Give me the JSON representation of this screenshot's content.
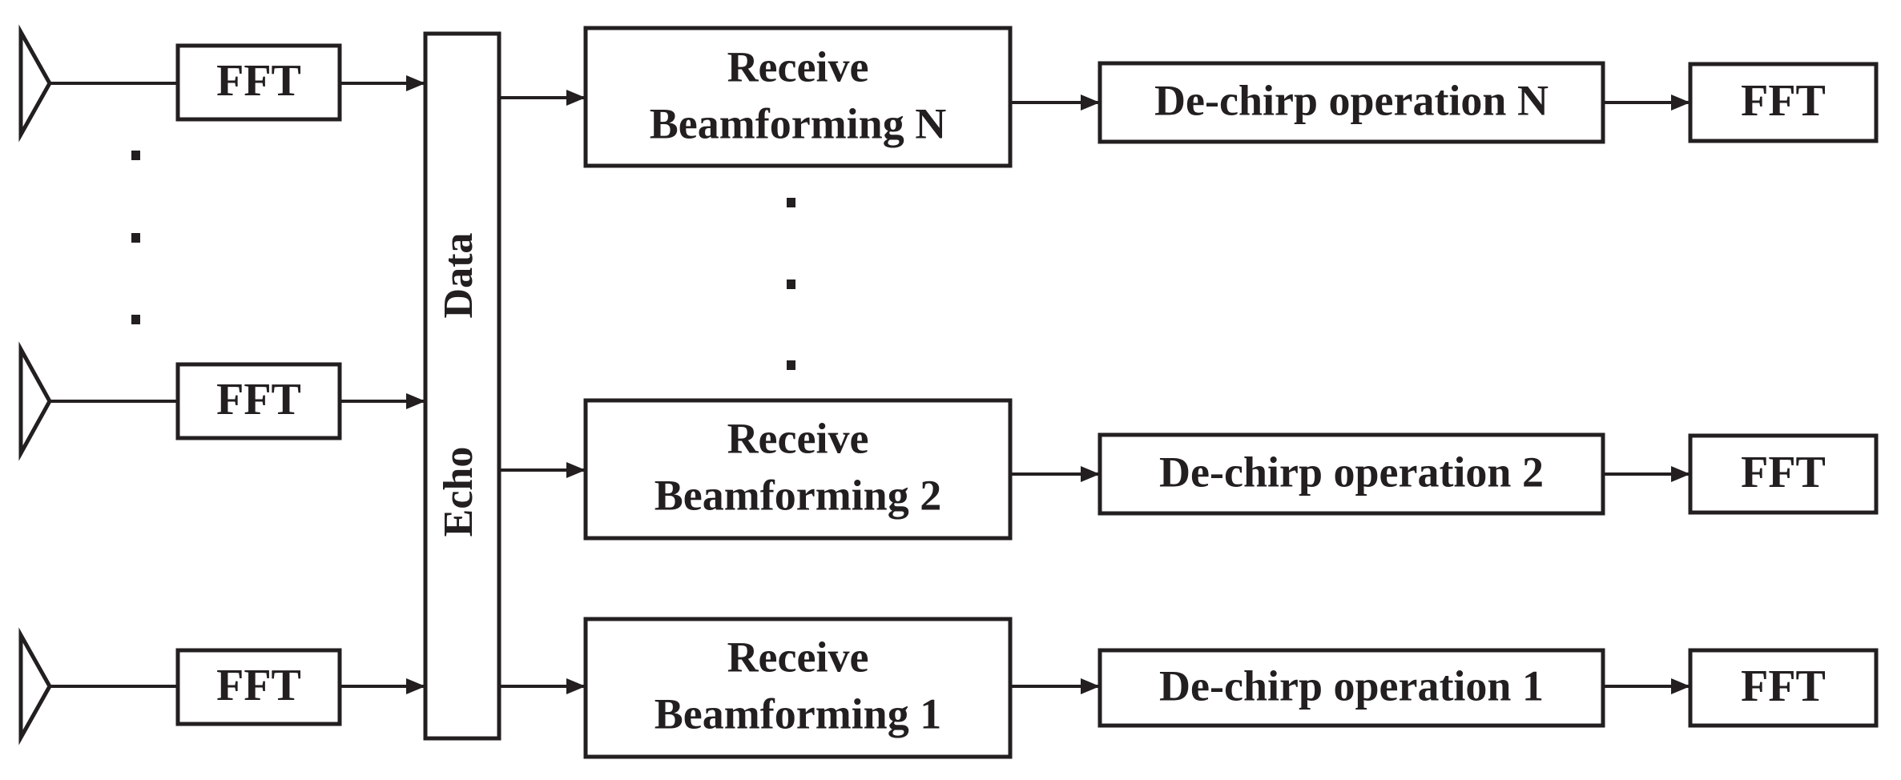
{
  "antennas": [
    {
      "id": "top",
      "fft_label": "FFT"
    },
    {
      "id": "middle",
      "fft_label": "FFT"
    },
    {
      "id": "bottom",
      "fft_label": "FFT"
    }
  ],
  "combiner": {
    "label_line1": "Echo",
    "label_line2": "Data"
  },
  "branches": [
    {
      "beamforming_line1": "Receive",
      "beamforming_line2": "Beamforming N",
      "dechirp_label": "De-chirp operation N",
      "fft_label": "FFT"
    },
    {
      "beamforming_line1": "Receive",
      "beamforming_line2": "Beamforming 2",
      "dechirp_label": "De-chirp operation 2",
      "fft_label": "FFT"
    },
    {
      "beamforming_line1": "Receive",
      "beamforming_line2": "Beamforming 1",
      "dechirp_label": "De-chirp operation 1",
      "fft_label": "FFT"
    }
  ]
}
